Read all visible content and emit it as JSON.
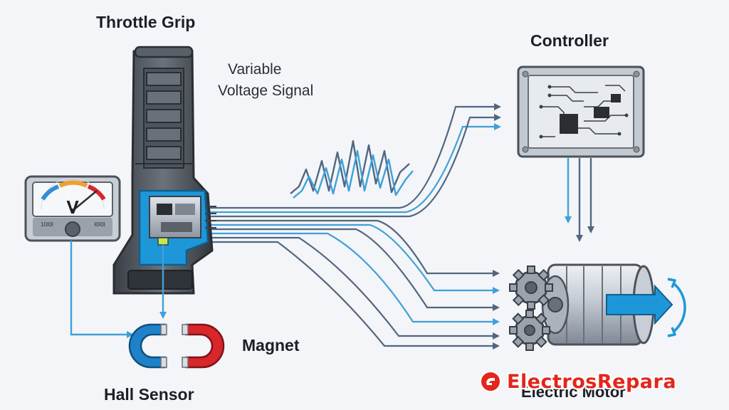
{
  "labels": {
    "throttle_grip": "Throttle Grip",
    "variable_signal_line1": "Variable",
    "variable_signal_line2": "Voltage Signal",
    "controller": "Controller",
    "magnet": "Magnet",
    "hall_sensor": "Hall Sensor",
    "electric_motor": "Electric Motor"
  },
  "voltmeter": {
    "unit_glyph": "V",
    "left_caption": "10I0I",
    "right_caption": "I0I0I"
  },
  "watermark": {
    "brand_text": "ElectrosRepara"
  },
  "colors": {
    "signal_dark": "#52667f",
    "signal_blue": "#3fa0d8",
    "accent_blue": "#1e97d8",
    "magnet_red": "#d8262a",
    "magnet_blue": "#1f82c9",
    "brand_red": "#e3261c"
  },
  "icons": [
    "voltmeter-icon",
    "throttle-grip-icon",
    "hall-sensor-icon",
    "magnet-icon",
    "controller-board-icon",
    "electric-motor-icon",
    "gear-icon",
    "rotation-arrow-icon",
    "brand-logo-icon"
  ]
}
